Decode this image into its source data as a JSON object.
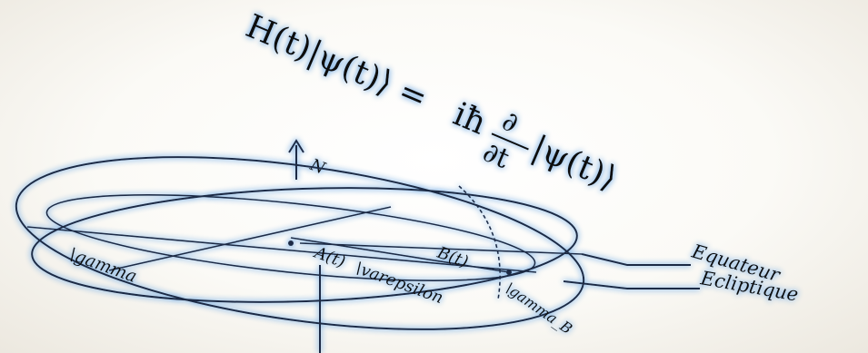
{
  "equation": {
    "lhs": "H(t)|ψ(t)⟩ =",
    "ihbar": "iħ",
    "partial_num": "∂",
    "partial_den": "∂t",
    "rhs": "|ψ(t)⟩"
  },
  "labels": {
    "north": "N",
    "gamma": "\\gamma",
    "a_t": "A(t)",
    "b_t": "B(t)",
    "varepsilon": "\\varepsilon",
    "gamma_b": "\\gamma_B",
    "equateur": "Equateur",
    "ecliptique": "Ecliptique"
  },
  "colors": {
    "glow": "#7fb2e6",
    "line": "#1f2a44",
    "ink": "#111111"
  }
}
